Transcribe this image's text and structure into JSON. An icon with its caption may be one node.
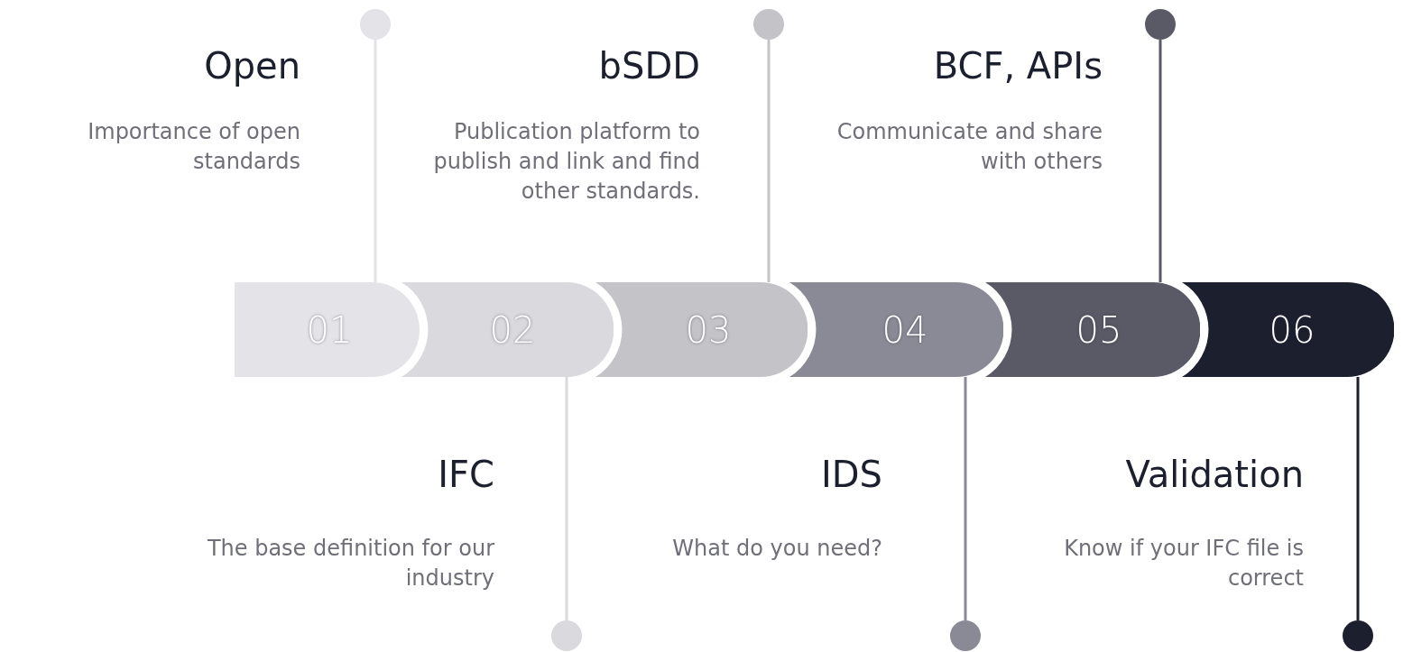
{
  "diagram": {
    "nodes": [
      {
        "text": [
          "01"
        ],
        "beside": [
          "Open",
          "Importance of open standards"
        ]
      },
      {
        "text": [
          "02"
        ],
        "beside": [
          "IFC",
          "The base definition for our industry"
        ]
      },
      {
        "text": [
          "03"
        ],
        "beside": [
          "bSDD",
          "Publication platform to publish and link and find other standards."
        ]
      },
      {
        "text": [
          "04"
        ],
        "beside": [
          "IDS",
          "What do you need?"
        ]
      },
      {
        "text": [
          "05"
        ],
        "beside": [
          "BCF, APIs",
          "Communicate and share with others"
        ]
      },
      {
        "text": [
          "06"
        ],
        "beside": [
          "Validation",
          "Know if your IFC file is correct"
        ]
      },
      {
        "text": [],
        "shape": "circle"
      },
      {
        "text": [],
        "shape": "circle"
      },
      {
        "text": [],
        "shape": "circle"
      },
      {
        "text": [],
        "shape": "circle"
      },
      {
        "text": [],
        "shape": "circle"
      },
      {
        "text": [],
        "shape": "circle"
      }
    ],
    "edges": [
      {
        "from": 0,
        "to": 6,
        "arrow": "none",
        "color": "#e4e4e8"
      },
      {
        "from": 1,
        "to": 7,
        "arrow": "none",
        "color": "#d9d9de"
      },
      {
        "from": 2,
        "to": 8,
        "arrow": "none",
        "color": "#c3c3c8"
      },
      {
        "from": 3,
        "to": 9,
        "arrow": "none",
        "color": "#8a8a96"
      },
      {
        "from": 4,
        "to": 10,
        "arrow": "none",
        "color": "#5a5a66"
      },
      {
        "from": 5,
        "to": 11,
        "arrow": "none",
        "color": "#1c1f2e"
      }
    ]
  }
}
